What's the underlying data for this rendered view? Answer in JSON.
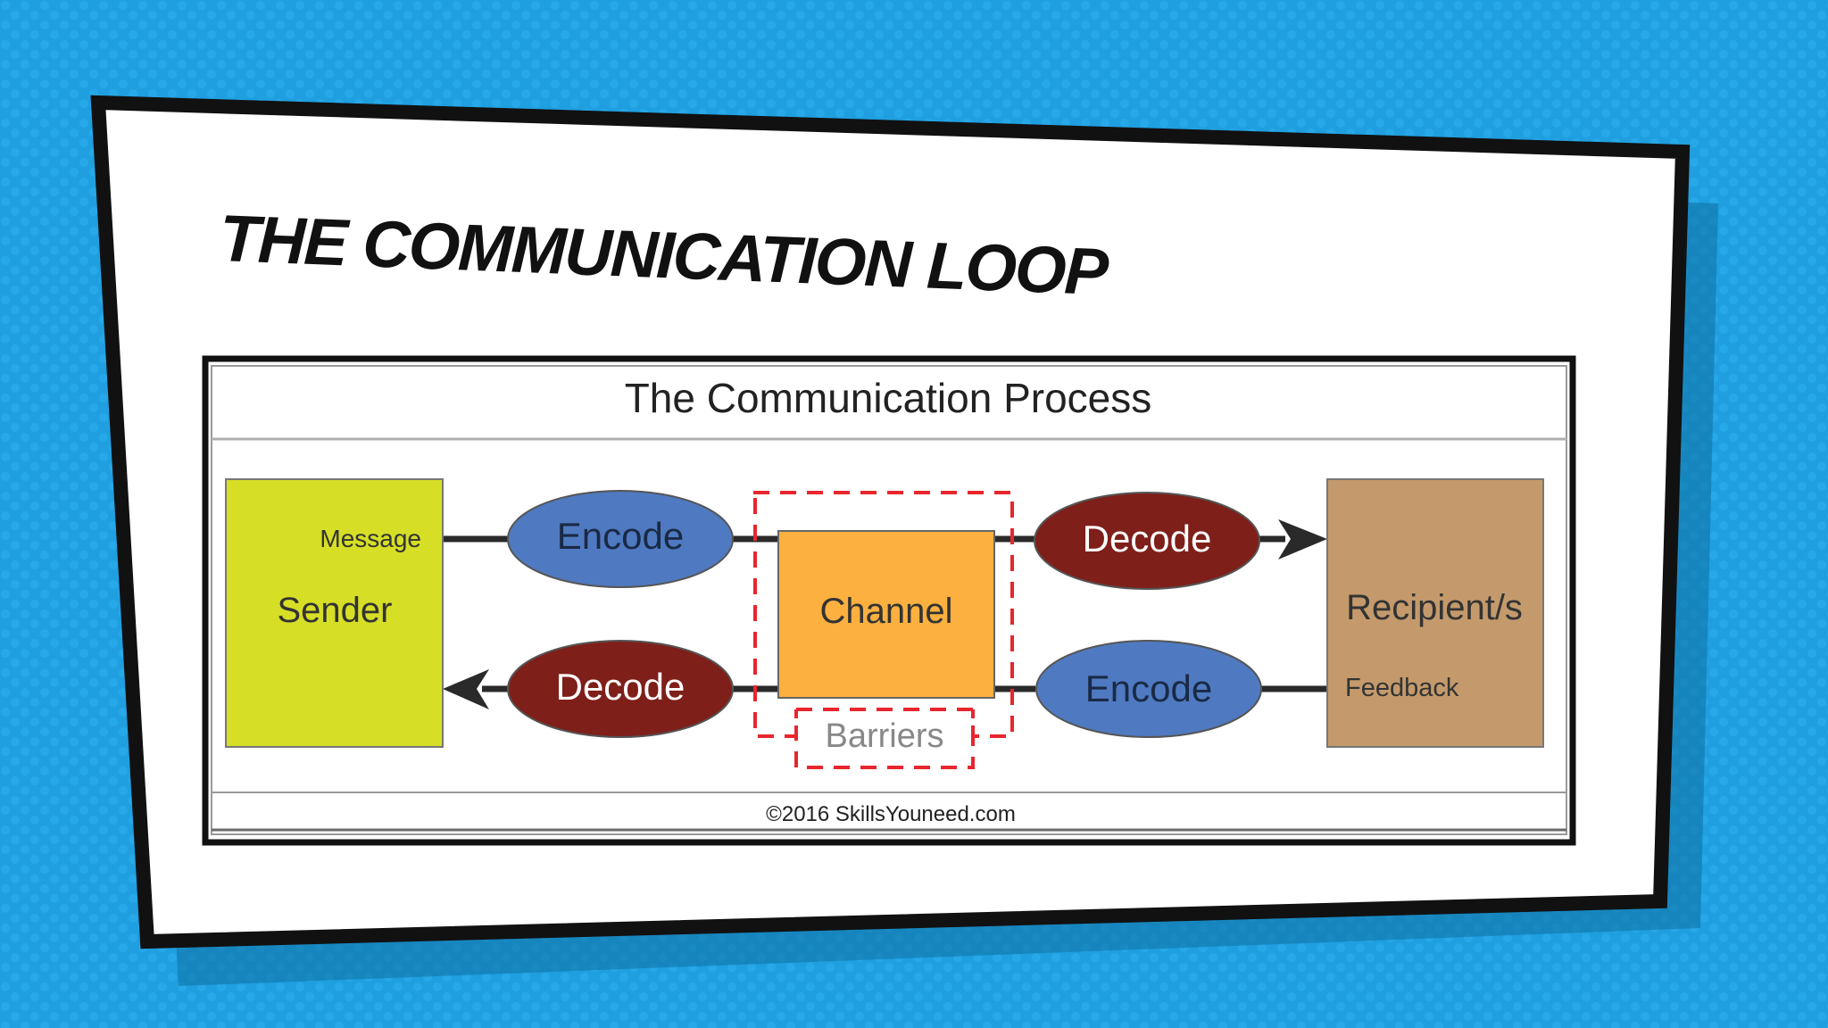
{
  "slide": {
    "title": "THE COMMUNICATION LOOP"
  },
  "diagram": {
    "title": "The Communication Process",
    "copyright": "©2016 SkillsYouneed.com",
    "nodes": {
      "sender": {
        "label": "Sender",
        "color": "#d6df26"
      },
      "recipient": {
        "label": "Recipient/s",
        "color": "#c49a6c"
      },
      "channel": {
        "label": "Channel",
        "color": "#fbb040"
      },
      "encode_top": {
        "label": "Encode",
        "color": "#4f7ac1"
      },
      "decode_top": {
        "label": "Decode",
        "color": "#7f1f1a"
      },
      "decode_bottom": {
        "label": "Decode",
        "color": "#7f1f1a"
      },
      "encode_bottom": {
        "label": "Encode",
        "color": "#4f7ac1"
      }
    },
    "labels": {
      "message": "Message",
      "feedback": "Feedback",
      "barriers": "Barriers"
    },
    "barrier_color": "#e8262d"
  },
  "colors": {
    "background": "#1f9fe0",
    "panel": "#ffffff",
    "border": "#111111"
  }
}
